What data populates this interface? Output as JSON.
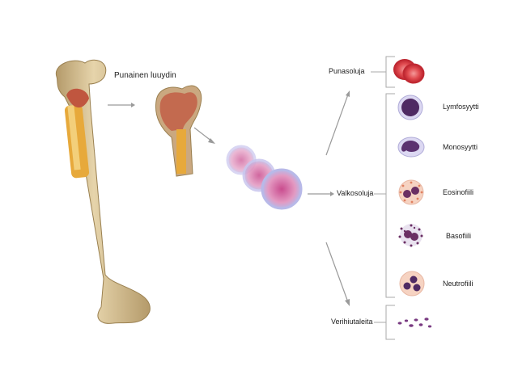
{
  "labels": {
    "red_marrow": "Punainen luuydin",
    "red_cells": "Punasoluja",
    "white_cells": "Valkosoluja",
    "platelets": "Verihiutaleita"
  },
  "white_cell_types": [
    "Lymfosyytti",
    "Monosyytti",
    "Eosinofiili",
    "Basofiili",
    "Neutrofiili"
  ],
  "colors": {
    "bone": "#d9c49a",
    "bone_shadow": "#b49a6a",
    "marrow_red": "#c0563f",
    "marrow_yellow": "#e7a93b",
    "red_cell": "#d8323a",
    "stem_cell": "#d97fb0",
    "arrow": "#9a9a9a"
  }
}
